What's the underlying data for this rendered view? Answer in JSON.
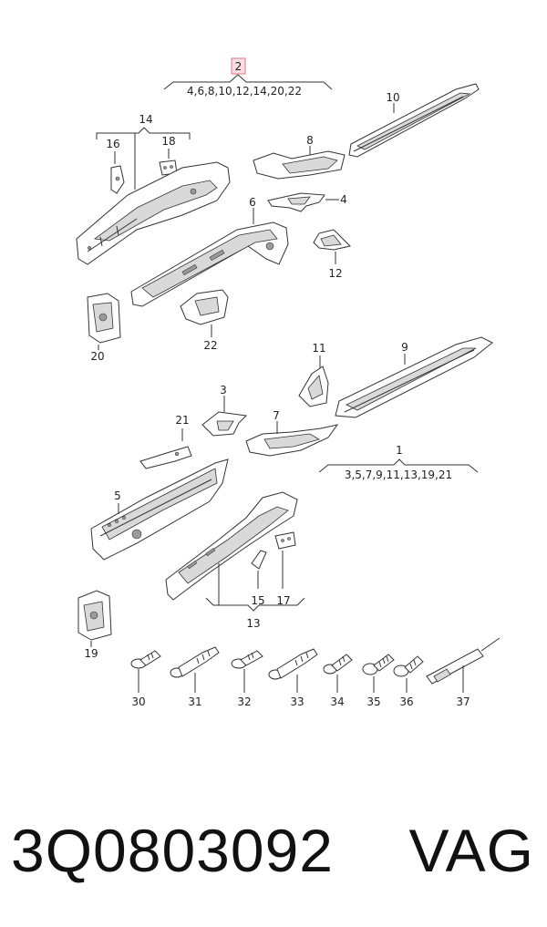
{
  "highlight": {
    "number": "2",
    "border_color": "#e07a86",
    "fill_color": "#f9dde1"
  },
  "groups": {
    "g2": "4,6,8,10,12,14,20,22",
    "g14": "14",
    "g1_num": "1",
    "g1": "3,5,7,9,11,13,19,21",
    "g13": "13"
  },
  "labels": {
    "p3": "3",
    "p4": "4",
    "p5": "5",
    "p6": "6",
    "p7": "7",
    "p8": "8",
    "p9": "9",
    "p10": "10",
    "p11": "11",
    "p12": "12",
    "p15": "15",
    "p16": "16",
    "p17": "17",
    "p18": "18",
    "p19": "19",
    "p20": "20",
    "p21": "21",
    "p22": "22"
  },
  "fasteners": [
    "30",
    "31",
    "32",
    "33",
    "34",
    "35",
    "36",
    "37"
  ],
  "footer": {
    "part_number": "3Q0803092",
    "brand": "VAG"
  }
}
